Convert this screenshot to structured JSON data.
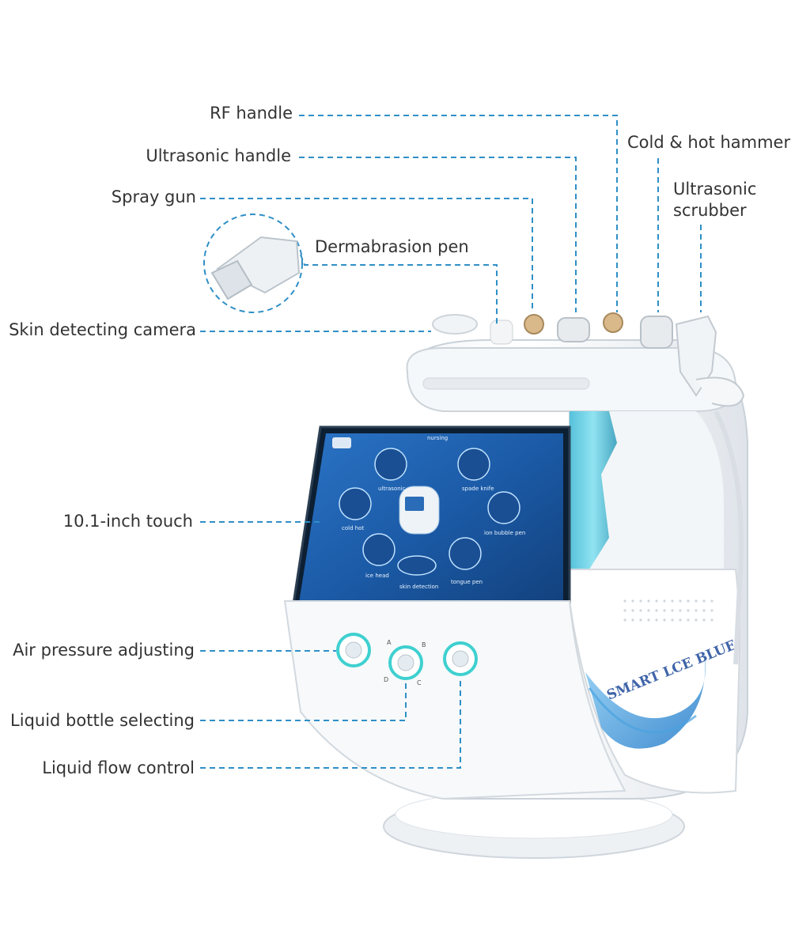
{
  "labels": {
    "rf_handle": "RF handle",
    "ultrasonic_handle": "Ultrasonic handle",
    "spray_gun": "Spray gun",
    "dermabrasion_pen": "Dermabrasion pen",
    "skin_detecting_camera": "Skin detecting camera",
    "cold_hot_hammer": "Cold & hot hammer",
    "ultrasonic_scrubber_line1": "Ultrasonic",
    "ultrasonic_scrubber_line2": "scrubber",
    "touch_screen": "10.1-inch touch",
    "air_pressure": "Air pressure adjusting",
    "liquid_bottle": "Liquid bottle selecting",
    "liquid_flow": "Liquid flow control"
  },
  "screen": {
    "title": "nursing",
    "items": [
      "ultrasonic",
      "spade knife",
      "cold hot",
      "ion bubble pen",
      "ice head",
      "skin detection",
      "tongue pen"
    ]
  },
  "knobs": {
    "letters": [
      "A",
      "B",
      "C",
      "D"
    ]
  },
  "brand": "SMART LCE BLUE",
  "colors": {
    "leader": "#2f8fc7",
    "accent_cyan": "#3fd0d0",
    "screen_blue": "#1f5fa8",
    "label_text": "#333333"
  }
}
